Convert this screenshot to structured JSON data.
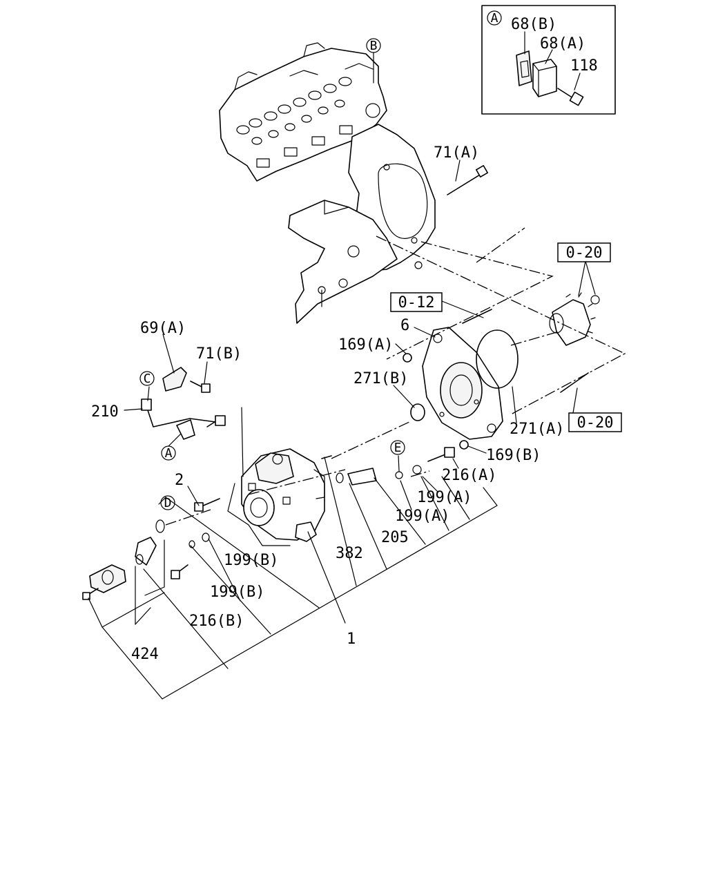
{
  "inset": {
    "marker": "A",
    "labels": [
      "68(B)",
      "68(A)",
      "118"
    ]
  },
  "markers": {
    "A": "A",
    "B": "B",
    "C": "C",
    "D": "D",
    "E": "E"
  },
  "labels": {
    "p71A": "71(A)",
    "ref020_top": "0-20",
    "ref012": "0-12",
    "p6": "6",
    "p169A": "169(A)",
    "p69A": "69(A)",
    "p71B": "71(B)",
    "p271B": "271(B)",
    "p210": "210",
    "p271A": "271(A)",
    "ref020_bottom": "0-20",
    "p169B": "169(B)",
    "p216A": "216(A)",
    "p2": "2",
    "p199A_1": "199(A)",
    "p199A_2": "199(A)",
    "p382": "382",
    "p205": "205",
    "p199B_1": "199(B)",
    "p199B_2": "199(B)",
    "p216B": "216(B)",
    "p1": "1",
    "p424": "424"
  }
}
